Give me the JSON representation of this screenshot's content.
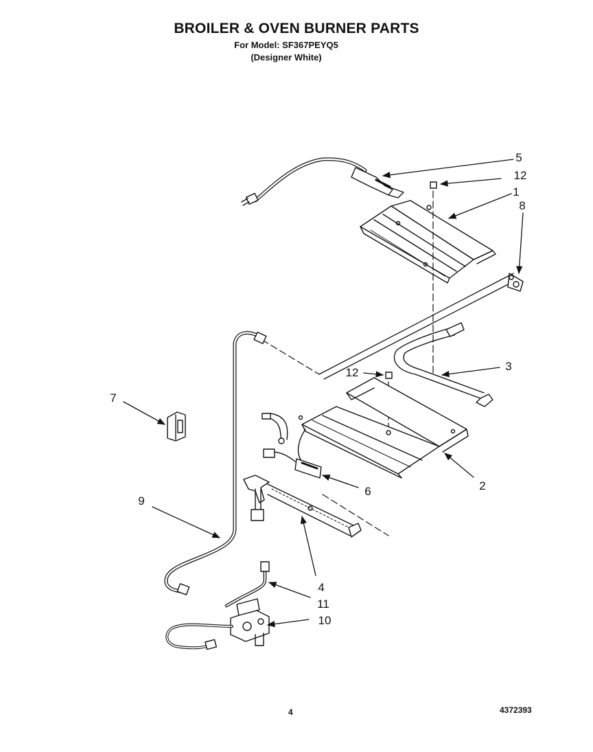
{
  "header": {
    "title": "BROILER & OVEN BURNER PARTS",
    "model_line": "For Model: SF367PEYQ5",
    "color_line": "(Designer White)"
  },
  "callouts": [
    {
      "id": "c5",
      "label": "5"
    },
    {
      "id": "c12a",
      "label": "12"
    },
    {
      "id": "c1",
      "label": "1"
    },
    {
      "id": "c8",
      "label": "8"
    },
    {
      "id": "c3",
      "label": "3"
    },
    {
      "id": "c12b",
      "label": "12"
    },
    {
      "id": "c7",
      "label": "7"
    },
    {
      "id": "c2",
      "label": "2"
    },
    {
      "id": "c6",
      "label": "6"
    },
    {
      "id": "c9",
      "label": "9"
    },
    {
      "id": "c4",
      "label": "4"
    },
    {
      "id": "c11",
      "label": "11"
    },
    {
      "id": "c10",
      "label": "10"
    }
  ],
  "footer": {
    "page_number": "4",
    "document_number": "4372393"
  }
}
